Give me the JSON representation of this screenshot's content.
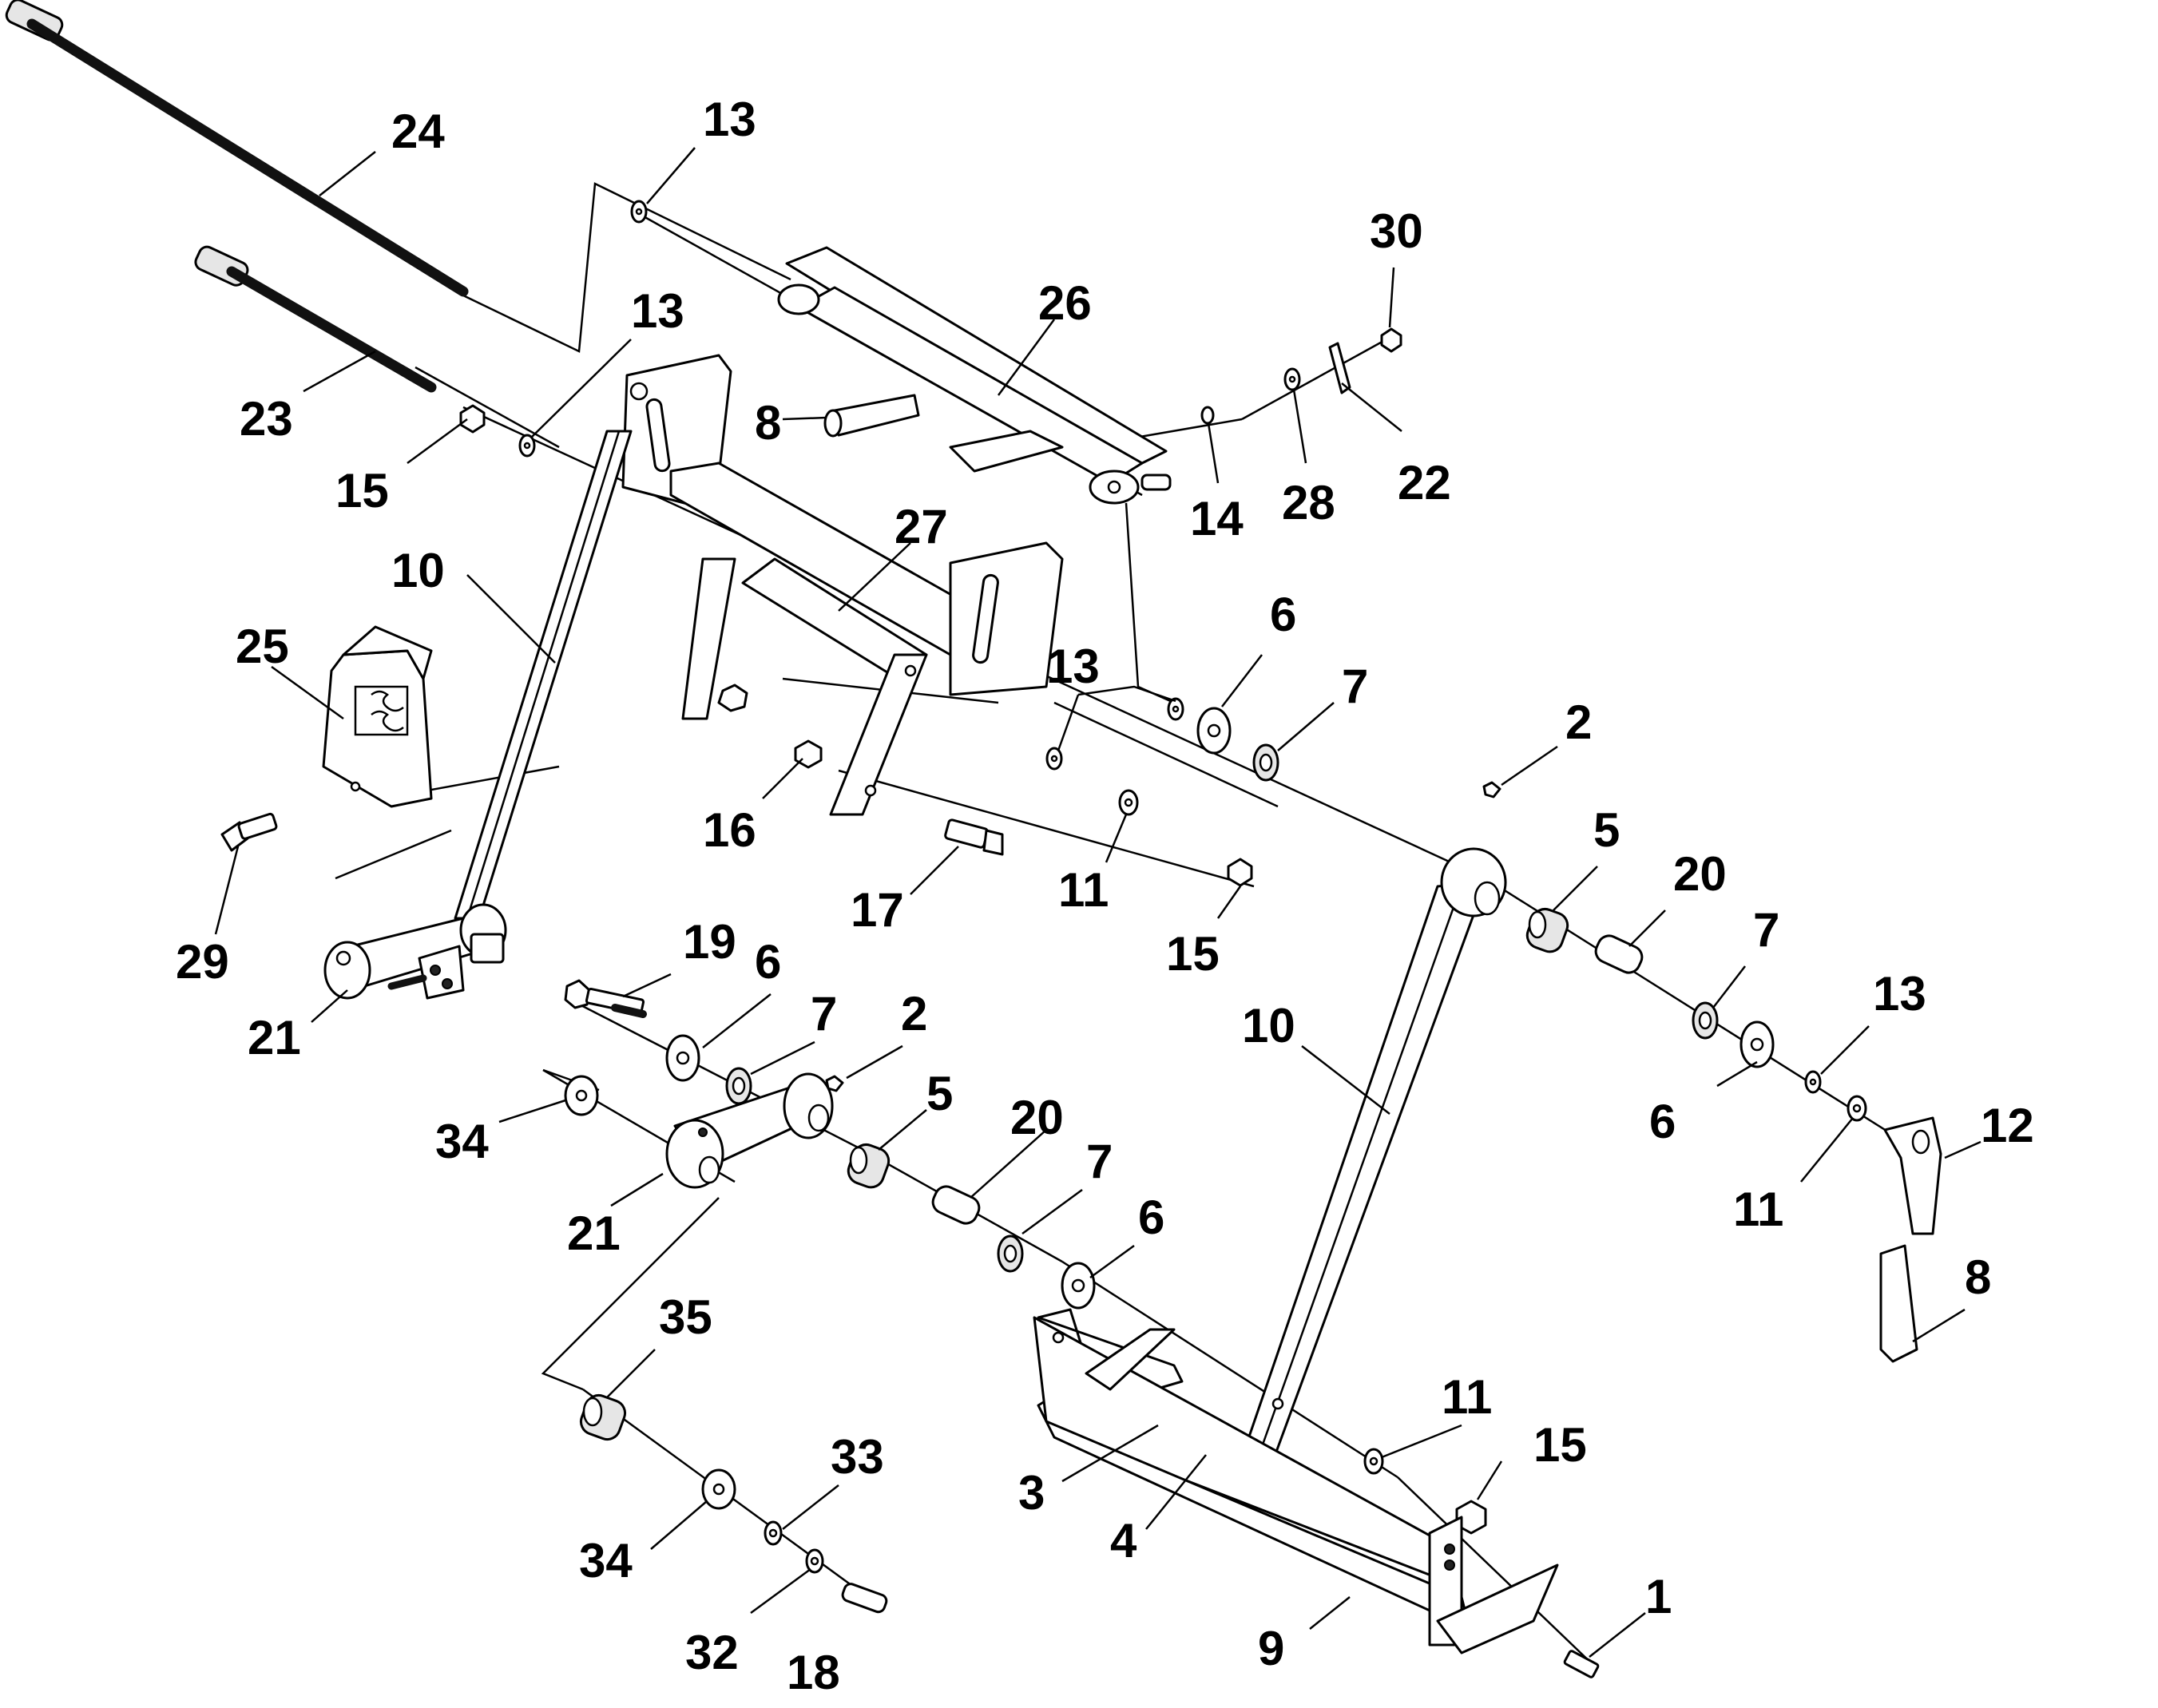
{
  "callouts": [
    {
      "id": "c24",
      "label": "24"
    },
    {
      "id": "c13a",
      "label": "13"
    },
    {
      "id": "c13b",
      "label": "13"
    },
    {
      "id": "c26",
      "label": "26"
    },
    {
      "id": "c30",
      "label": "30"
    },
    {
      "id": "c23",
      "label": "23"
    },
    {
      "id": "c15a",
      "label": "15"
    },
    {
      "id": "c8a",
      "label": "8"
    },
    {
      "id": "c14",
      "label": "14"
    },
    {
      "id": "c28",
      "label": "28"
    },
    {
      "id": "c22",
      "label": "22"
    },
    {
      "id": "c27",
      "label": "27"
    },
    {
      "id": "c10a",
      "label": "10"
    },
    {
      "id": "c6a",
      "label": "6"
    },
    {
      "id": "c25",
      "label": "25"
    },
    {
      "id": "c13c",
      "label": "13"
    },
    {
      "id": "c7a",
      "label": "7"
    },
    {
      "id": "c2a",
      "label": "2"
    },
    {
      "id": "c16",
      "label": "16"
    },
    {
      "id": "c5a",
      "label": "5"
    },
    {
      "id": "c20a",
      "label": "20"
    },
    {
      "id": "c17",
      "label": "17"
    },
    {
      "id": "c11a",
      "label": "11"
    },
    {
      "id": "c15b",
      "label": "15"
    },
    {
      "id": "c29",
      "label": "29"
    },
    {
      "id": "c7b",
      "label": "7"
    },
    {
      "id": "c13d",
      "label": "13"
    },
    {
      "id": "c19",
      "label": "19"
    },
    {
      "id": "c6b",
      "label": "6"
    },
    {
      "id": "c21a",
      "label": "21"
    },
    {
      "id": "c7c",
      "label": "7"
    },
    {
      "id": "c2b",
      "label": "2"
    },
    {
      "id": "c10b",
      "label": "10"
    },
    {
      "id": "c12",
      "label": "12"
    },
    {
      "id": "c34a",
      "label": "34"
    },
    {
      "id": "c5b",
      "label": "5"
    },
    {
      "id": "c6c",
      "label": "6"
    },
    {
      "id": "c20b",
      "label": "20"
    },
    {
      "id": "c11b",
      "label": "11"
    },
    {
      "id": "c7d",
      "label": "7"
    },
    {
      "id": "c21b",
      "label": "21"
    },
    {
      "id": "c6d",
      "label": "6"
    },
    {
      "id": "c8b",
      "label": "8"
    },
    {
      "id": "c35",
      "label": "35"
    },
    {
      "id": "c11c",
      "label": "11"
    },
    {
      "id": "c15c",
      "label": "15"
    },
    {
      "id": "c33",
      "label": "33"
    },
    {
      "id": "c3",
      "label": "3"
    },
    {
      "id": "c34b",
      "label": "34"
    },
    {
      "id": "c4",
      "label": "4"
    },
    {
      "id": "c1",
      "label": "1"
    },
    {
      "id": "c32",
      "label": "32"
    },
    {
      "id": "c18",
      "label": "18"
    },
    {
      "id": "c9",
      "label": "9"
    }
  ]
}
